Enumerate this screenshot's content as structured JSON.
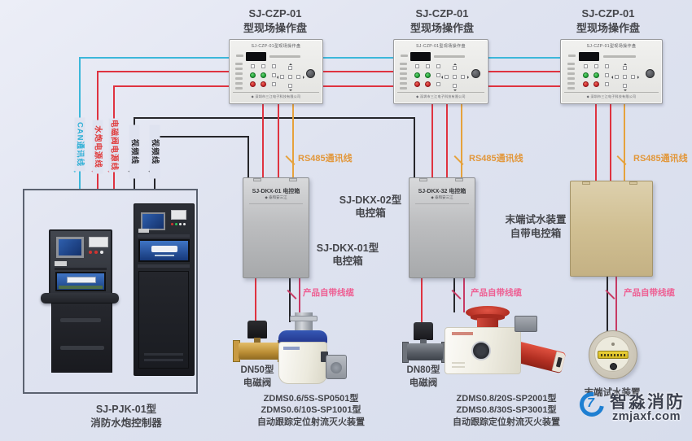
{
  "colors": {
    "background": "#dfe3f0",
    "can_wire": "#3cb7da",
    "power_wire": "#df3340",
    "video_wire": "#26262a",
    "rs485_wire": "#e6a23c",
    "device_cable": "#c73a64",
    "label_pink": "#ee5f93",
    "label_orange": "#e2973a",
    "label_dark": "#45464b",
    "watermark_blue": "#1e7fd2"
  },
  "top_labels": [
    {
      "line1": "SJ-CZP-01",
      "line2": "型现场操作盘"
    },
    {
      "line1": "SJ-CZP-01",
      "line2": "型现场操作盘"
    },
    {
      "line1": "SJ-CZP-01",
      "line2": "型现场操作盘"
    }
  ],
  "operator_panel": {
    "face_title": "SJ-CZP-01型现场操作盘",
    "footer_brand": "◆ 深圳市三江电子科技有限公司"
  },
  "wire_labels": {
    "can": "CAN通讯线",
    "cannon_power": "水炮电源线",
    "valve_power": "电磁阀电源线",
    "video_a": "视频线",
    "video_b": "视频线",
    "rs485": [
      "RS485通讯线",
      "RS485通讯线",
      "RS485通讯线"
    ],
    "product_cable": [
      "产品自带线缆",
      "产品自带线缆",
      "产品自带线缆"
    ]
  },
  "control_boxes": {
    "dkx01_plate": "SJ-DKX-01 电控箱",
    "dkx32_plate": "SJ-DKX-32 电控箱",
    "plate_brand": "◆ 泰和安三江",
    "dkx01_label": {
      "line1": "SJ-DKX-01型",
      "line2": "电控箱"
    },
    "dkx02_label": {
      "line1": "SJ-DKX-02型",
      "line2": "电控箱"
    },
    "end_test_box_label": {
      "line1": "末端试水装置",
      "line2": "自带电控箱"
    }
  },
  "controller": {
    "label_line1": "SJ-PJK-01型",
    "label_line2": "消防水炮控制器"
  },
  "devices": {
    "dn50": {
      "line1": "DN50型",
      "line2": "电磁阀"
    },
    "dn80": {
      "line1": "DN80型",
      "line2": "电磁阀"
    },
    "zdms06": {
      "line1": "ZDMS0.6/5S-SP0501型",
      "line2": "ZDMS0.6/10S-SP1001型",
      "line3": "自动跟踪定位射流灭火装置"
    },
    "zdms08": {
      "line1": "ZDMS0.8/20S-SP2001型",
      "line2": "ZDMS0.8/30S-SP3001型",
      "line3": "自动跟踪定位射流灭火装置"
    },
    "end_test": "末端试水装置"
  },
  "watermark": {
    "name": "智淼消防",
    "site": "zmjaxf.com"
  }
}
